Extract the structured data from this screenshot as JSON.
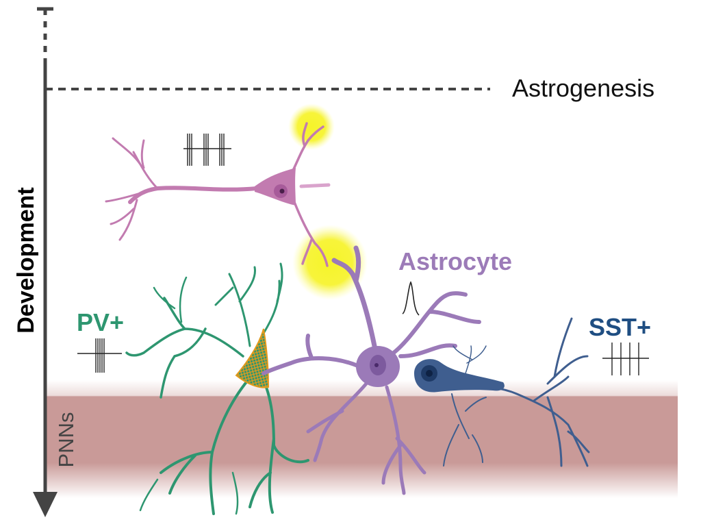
{
  "axis": {
    "label": "Development",
    "milestone": "Astrogenesis",
    "region_label": "PNNs"
  },
  "cells": {
    "pv": {
      "label": "PV+",
      "color": "#2e9670"
    },
    "astrocyte": {
      "label": "Astrocyte",
      "color": "#9c7bb8"
    },
    "sst": {
      "label": "SST+",
      "color": "#1f4e82"
    },
    "pyramidal": {
      "color": "#c27bb0"
    }
  },
  "colors": {
    "pnn_band": "#c99a98",
    "glow": "#f6f42a",
    "pnn_mesh": "#e39a1c",
    "axis": "#444444"
  }
}
